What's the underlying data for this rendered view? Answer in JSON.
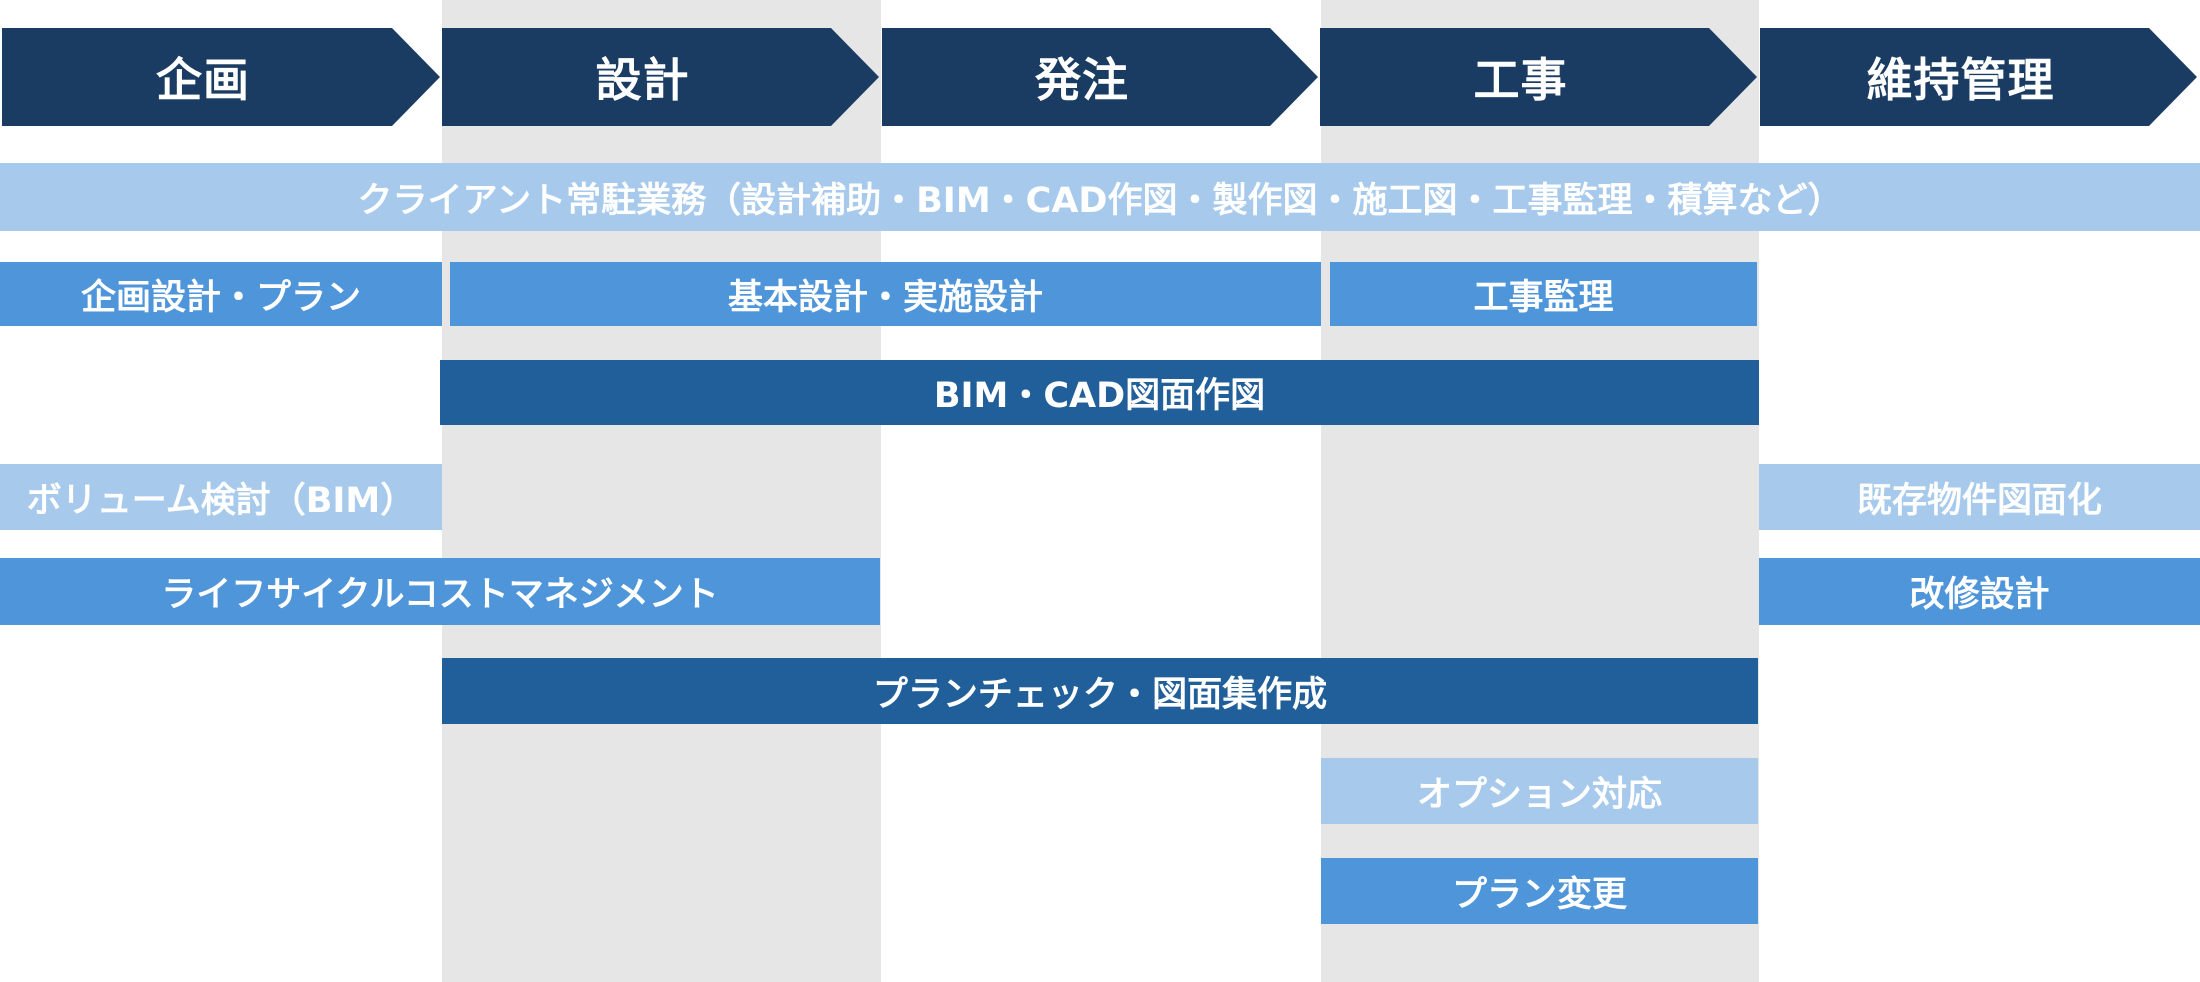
{
  "phases": [
    {
      "label": "企画"
    },
    {
      "label": "設計"
    },
    {
      "label": "発注"
    },
    {
      "label": "工事"
    },
    {
      "label": "維持管理"
    }
  ],
  "bars": {
    "client_resident": "クライアント常駐業務（設計補助・BIM・CAD作図・製作図・施工図・工事監理・積算など）",
    "planning_design": "企画設計・プラン",
    "basic_detailed_design": "基本設計・実施設計",
    "construction_supervision": "工事監理",
    "bim_cad_drawing": "BIM・CAD図面作図",
    "volume_study": "ボリューム検討（BIM）",
    "existing_drawings": "既存物件図面化",
    "lifecycle_cost": "ライフサイクルコストマネジメント",
    "renovation_design": "改修設計",
    "plan_check": "プランチェック・図面集作成",
    "option_support": "オプション対応",
    "plan_change": "プラン変更"
  },
  "colors": {
    "phase_header": "#1a3c63",
    "column_shade": "#e6e6e6",
    "light_blue": "#a7caec",
    "mid_blue": "#4f95d9",
    "dark_blue": "#215f9a",
    "text": "#ffffff"
  }
}
